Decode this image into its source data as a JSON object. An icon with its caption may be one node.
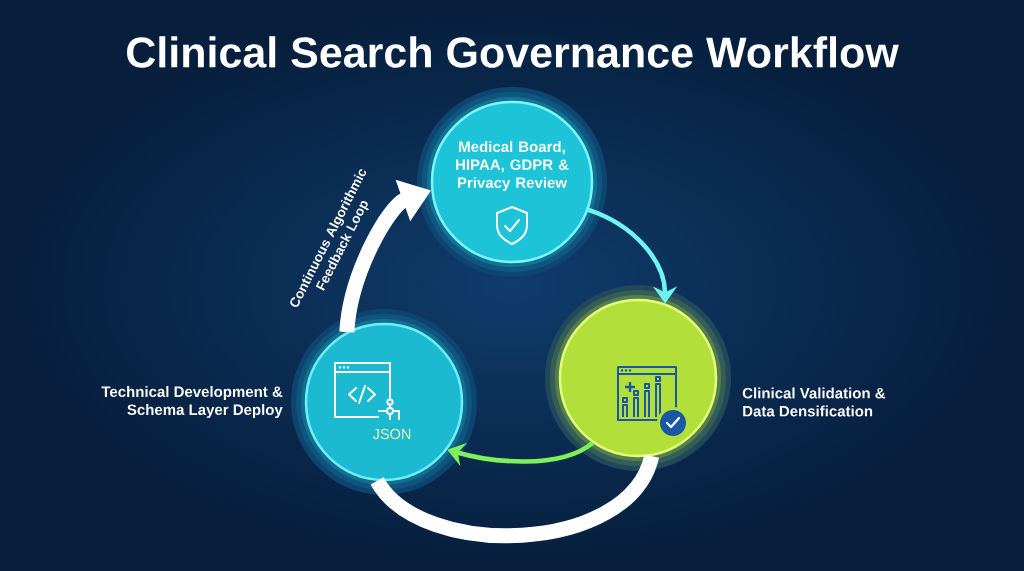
{
  "diagram": {
    "title": "Clinical Search Governance Workflow",
    "nodes": [
      {
        "text": [
          "Medical Board, HIPAA, GDPR & Privacy Review"
        ]
      },
      {
        "text": [
          "Technical Development & Schema Layer Deploy",
          "JSON"
        ]
      },
      {
        "text": [
          "Clinical Validation & Data Densification"
        ]
      }
    ],
    "edges": [
      {
        "from": 0,
        "to": 2,
        "arrow": "to",
        "color": "#6ff3f5"
      },
      {
        "from": 2,
        "to": 1,
        "arrow": "to",
        "color": "#7ef05a"
      },
      {
        "from": 1,
        "to": 0,
        "arrow": "to",
        "style": "thick",
        "color": "#ffffff",
        "label": "Continuous Algorithmic Feedback Loop"
      },
      {
        "from": 2,
        "to": 1,
        "arrow": "none",
        "style": "thick",
        "color": "#ffffff"
      }
    ]
  }
}
